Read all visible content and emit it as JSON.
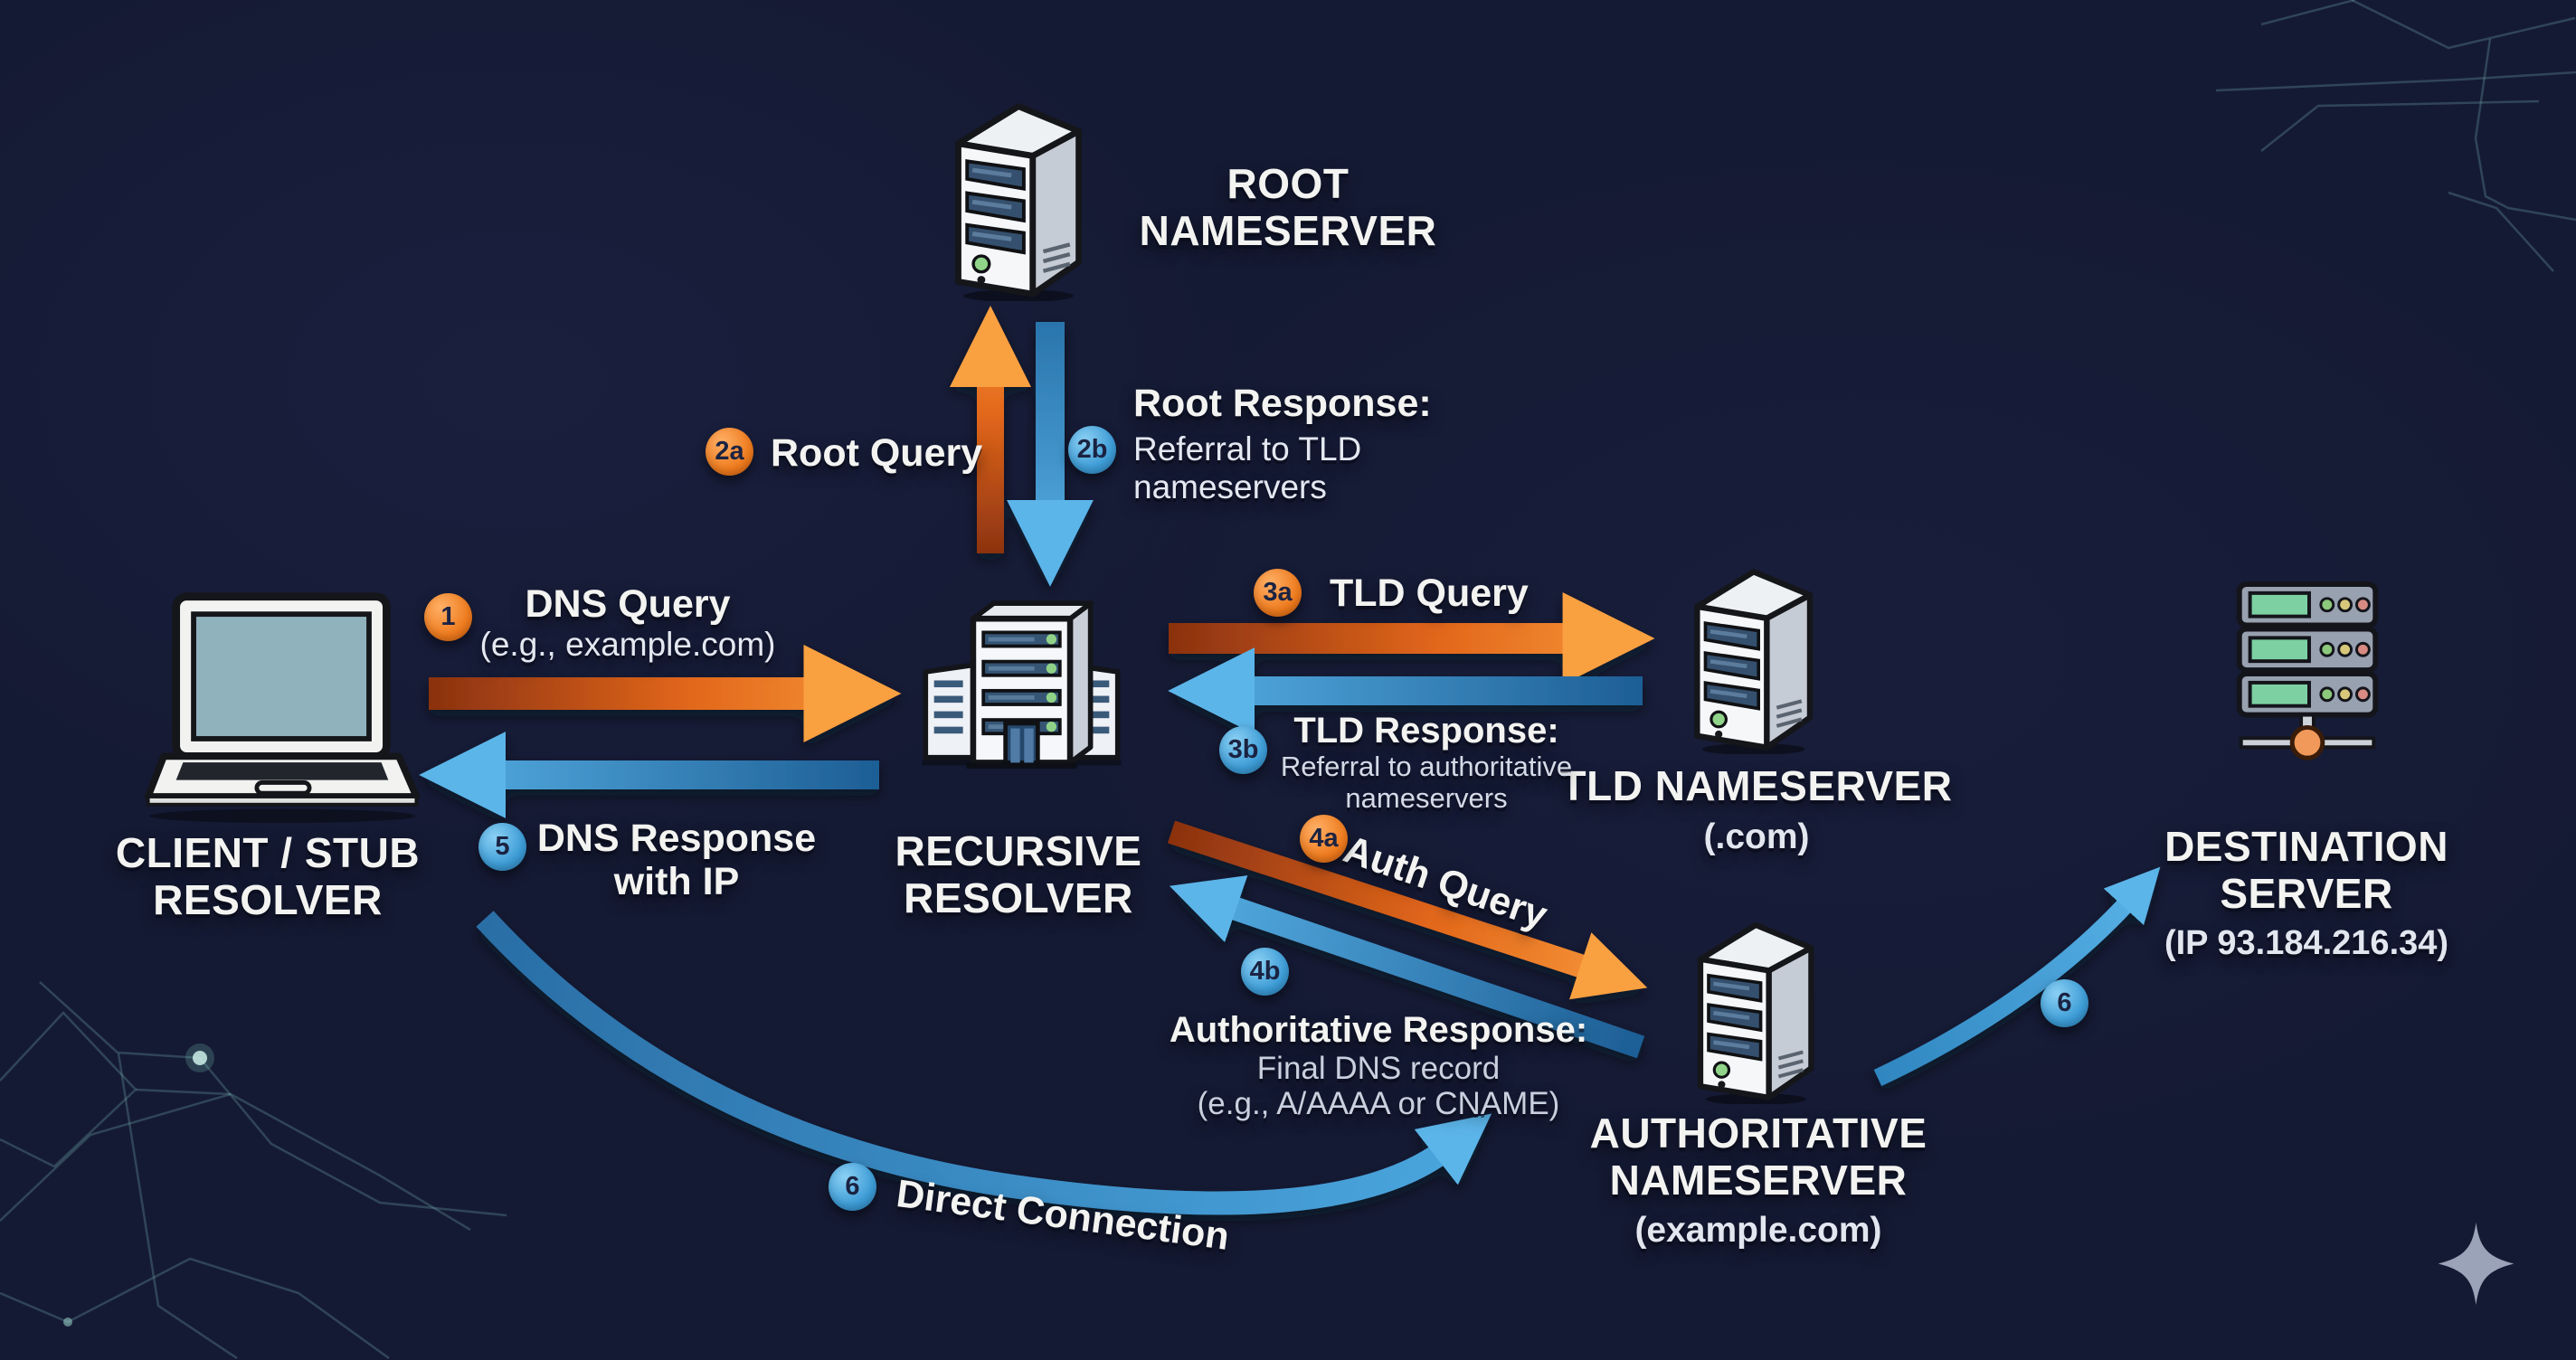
{
  "diagram_title": "DNS resolution flow",
  "colors": {
    "background": "#151a34",
    "orange_accent": "#ee7b1e",
    "blue_accent": "#3d9cd6",
    "text": "#f3f4f1",
    "muted_text": "#c9d0de",
    "circuit_lines": "#6fa9ad",
    "destination_node_dot": "#f0995a"
  },
  "nodes": {
    "root": {
      "title1": "ROOT",
      "title2": "NAMESERVER"
    },
    "client": {
      "title1": "CLIENT / STUB",
      "title2": "RESOLVER"
    },
    "resolver": {
      "title1": "RECURSIVE",
      "title2": "RESOLVER"
    },
    "tld": {
      "title1": "TLD NAMESERVER",
      "subtitle": "(.com)"
    },
    "auth": {
      "title1": "AUTHORITATIVE",
      "title2": "NAMESERVER",
      "subtitle": "(example.com)"
    },
    "destination": {
      "title1": "DESTINATION",
      "title2": "SERVER",
      "subtitle": "(IP 93.184.216.34)"
    }
  },
  "steps": {
    "step1": {
      "badge": "1",
      "label": "DNS Query",
      "sublabel": "(e.g., example.com)"
    },
    "step2a": {
      "badge": "2a",
      "label": "Root Query"
    },
    "step2b": {
      "badge": "2b",
      "heading": "Root Response:",
      "line1": "Referral to TLD",
      "line2": "nameservers"
    },
    "step3a": {
      "badge": "3a",
      "label": "TLD Query"
    },
    "step3b": {
      "badge": "3b",
      "heading": "TLD Response:",
      "line1": "Referral to authoritative",
      "line2": "nameservers"
    },
    "step4a": {
      "badge": "4a",
      "label": "Auth Query"
    },
    "step4b": {
      "badge": "4b",
      "heading": "Authoritative Response:",
      "line1": "Final DNS record",
      "line2": "(e.g., A/AAAA or CNAME)"
    },
    "step5": {
      "badge": "5",
      "label": "DNS Response",
      "sublabel": "with IP"
    },
    "step6_direct": {
      "badge": "6",
      "label": "Direct Connection"
    },
    "step6_destination": {
      "badge": "6"
    }
  }
}
